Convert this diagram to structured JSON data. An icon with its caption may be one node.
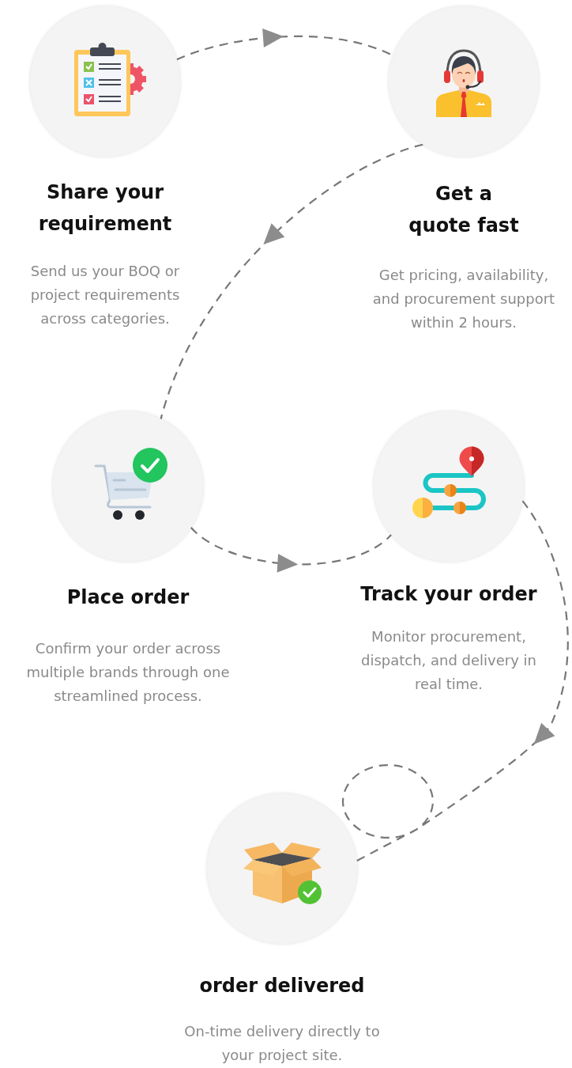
{
  "diagram": {
    "nodes": [
      {
        "text": [
          "Share your requirement",
          "Send us your BOQ or project requirements across categories."
        ]
      },
      {
        "text": [
          "Get a quote fast",
          "Get pricing, availability, and procurement support within 2 hours."
        ]
      },
      {
        "text": [
          "Place order",
          "Confirm your order across multiple brands through one streamlined process."
        ]
      },
      {
        "text": [
          "Track your order",
          "Monitor procurement, dispatch, and delivery in real time."
        ]
      },
      {
        "text": [
          "order delivered",
          "On-time delivery directly to your project site."
        ]
      }
    ],
    "edges": [
      {
        "from": 0,
        "to": 1,
        "arrow": "to",
        "style": "dashed"
      },
      {
        "from": 1,
        "to": 2,
        "arrow": "to",
        "style": "dashed"
      },
      {
        "from": 2,
        "to": 3,
        "arrow": "to",
        "style": "dashed"
      },
      {
        "from": 3,
        "to": 4,
        "arrow": "to",
        "style": "dashed"
      }
    ]
  }
}
